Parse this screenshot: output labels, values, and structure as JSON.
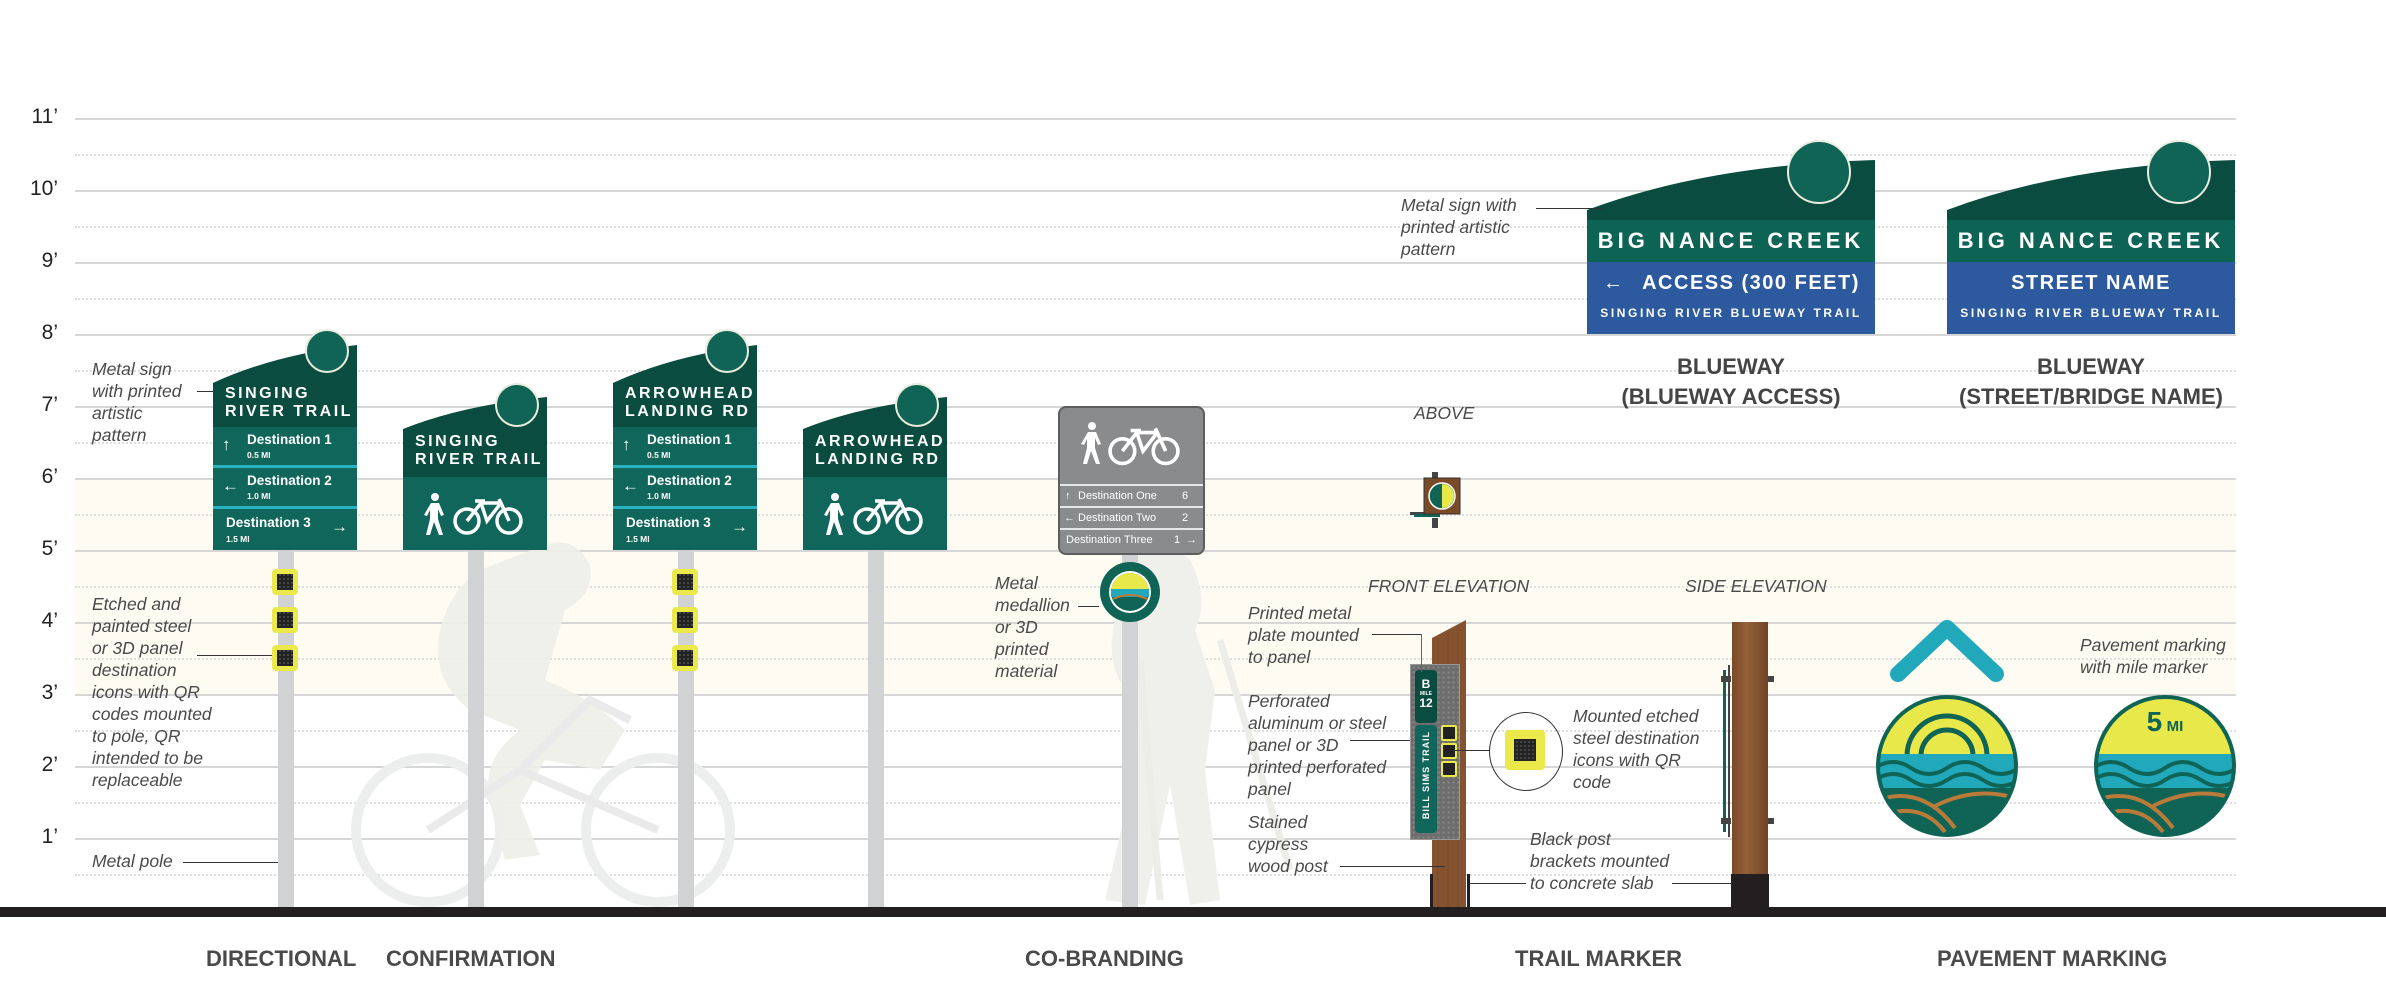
{
  "axis": {
    "ticks": [
      "11’",
      "10’",
      "9’",
      "8’",
      "7’",
      "6’",
      "5’",
      "4’",
      "3’",
      "2’",
      "1’"
    ]
  },
  "colors": {
    "sign_dark_green": "#0b4c40",
    "sign_green": "#10665a",
    "teal_divider": "#27b2c2",
    "blueway_blue": "#2d5a9e",
    "qr_yellow": "#ebe84a",
    "cobrand_gray": "#8a8b8d",
    "ground": "#231f20",
    "pole_gray": "#d1d2d4",
    "band_cream": "#fdfbf2",
    "chevron_teal": "#21a9bb",
    "medallion_yellow": "#e9e84a"
  },
  "categories": {
    "directional": "DIRECTIONAL",
    "confirmation": "CONFIRMATION",
    "cobranding": "CO-BRANDING",
    "trail_marker": "TRAIL MARKER",
    "pavement_marking": "PAVEMENT MARKING"
  },
  "directional_signs": [
    {
      "title_line1": "SINGING",
      "title_line2": "RIVER TRAIL",
      "destinations": [
        {
          "name": "Destination 1",
          "distance": "0.5 MI",
          "arrow": "arrow-up"
        },
        {
          "name": "Destination 2",
          "distance": "1.0 MI",
          "arrow": "arrow-left"
        },
        {
          "name": "Destination 3",
          "distance": "1.5 MI",
          "arrow": "arrow-right"
        }
      ]
    },
    {
      "title_line1": "ARROWHEAD",
      "title_line2": "LANDING RD",
      "destinations": [
        {
          "name": "Destination 1",
          "distance": "0.5 MI",
          "arrow": "arrow-up"
        },
        {
          "name": "Destination 2",
          "distance": "1.0 MI",
          "arrow": "arrow-left"
        },
        {
          "name": "Destination 3",
          "distance": "1.5 MI",
          "arrow": "arrow-right"
        }
      ]
    }
  ],
  "confirmation_signs": [
    {
      "title_line1": "SINGING",
      "title_line2": "RIVER TRAIL",
      "icons": [
        "pedestrian-icon",
        "bicycle-icon"
      ]
    },
    {
      "title_line1": "ARROWHEAD",
      "title_line2": "LANDING RD",
      "icons": [
        "pedestrian-icon",
        "bicycle-icon"
      ]
    }
  ],
  "cobranding_sign": {
    "rows": [
      {
        "arrow": "arrow-up",
        "name": "Destination One",
        "distance": "6"
      },
      {
        "arrow": "arrow-left",
        "name": "Destination Two",
        "distance": "2"
      },
      {
        "arrow": "arrow-right",
        "name": "Destination Three",
        "distance": "1"
      }
    ]
  },
  "trail_marker": {
    "letter": "B",
    "mile_label": "MILE",
    "mile_number": "12",
    "trail_name": "BILL SIMS TRAIL",
    "front_caption": "FRONT ELEVATION",
    "side_caption": "SIDE ELEVATION",
    "above_caption": "ABOVE"
  },
  "blueway_signs": [
    {
      "creek": "BIG NANCE CREEK",
      "line1": "ACCESS (300 FEET)",
      "line1_arrow": "arrow-left",
      "line2": "SINGING RIVER BLUEWAY TRAIL",
      "label_line1": "BLUEWAY",
      "label_line2": "(BLUEWAY ACCESS)"
    },
    {
      "creek": "BIG NANCE CREEK",
      "line1": "STREET NAME",
      "line2": "SINGING RIVER BLUEWAY TRAIL",
      "label_line1": "BLUEWAY",
      "label_line2": "(STREET/BRIDGE NAME)"
    }
  ],
  "pavement_marking": {
    "mile_number": "5",
    "mile_unit": "MI"
  },
  "notes": {
    "metal_sign_pattern": "Metal sign\nwith printed\nartistic\npattern",
    "qr_icons": "Etched and\npainted steel\nor 3D panel\ndestination\nicons with QR\ncodes mounted\nto pole, QR\nintended to be\nreplaceable",
    "metal_pole": "Metal pole",
    "medallion": "Metal\nmedallion\nor 3D\nprinted\nmaterial",
    "printed_plate": "Printed metal\nplate mounted\nto panel",
    "perforated_panel": "Perforated\naluminum or steel\npanel or 3D\nprinted perforated\npanel",
    "wood_post": "Stained\ncypress\nwood post",
    "mounted_icons": "Mounted etched\nsteel destination\nicons with QR\ncode",
    "post_brackets": "Black post\nbrackets mounted\nto concrete slab",
    "blueway_pattern": "Metal sign with\nprinted artistic\npattern",
    "pavement_note": "Pavement marking\nwith mile marker"
  }
}
